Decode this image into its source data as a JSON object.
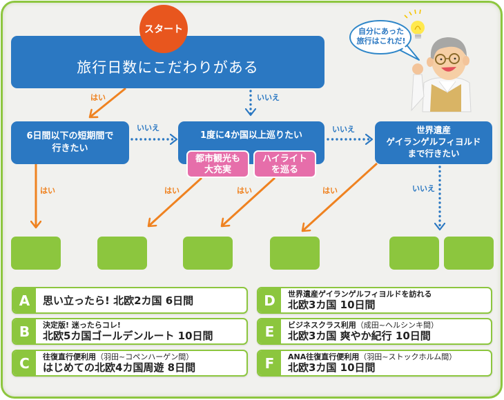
{
  "start": {
    "label": "スタート"
  },
  "questions": {
    "q1": "旅行日数にこだわりがある",
    "q2": {
      "line1": "6日間以下の短期間で",
      "line2": "行きたい"
    },
    "q3": "1度に4か国以上巡りたい",
    "q3_options": [
      {
        "line1": "都市観光も",
        "line2": "大充実"
      },
      {
        "line1": "ハイライト",
        "line2": "を巡る"
      }
    ],
    "q4": {
      "line1": "世界遺産",
      "line2": "ゲイランゲルフィヨルド",
      "line3": "まで行きたい"
    }
  },
  "answers": {
    "yes": "はい",
    "no": "いいえ"
  },
  "speech_bubble": {
    "line1": "自分にあった",
    "line2": "旅行はこれだ!"
  },
  "courses": [
    {
      "letter": "A",
      "subtitle": "",
      "note": "",
      "title": "思い立ったら! 北欧2カ国 6日間"
    },
    {
      "letter": "B",
      "subtitle": "決定版! 迷ったらコレ!",
      "note": "",
      "title": "北欧5カ国ゴールデンルート 10日間"
    },
    {
      "letter": "C",
      "subtitle": "往復直行便利用",
      "note": "（羽田~コペンハーゲン間）",
      "title": "はじめての北欧4カ国周遊 8日間"
    },
    {
      "letter": "D",
      "subtitle": "世界遺産ゲイランゲルフィヨルドを訪れる",
      "note": "",
      "title": "北欧3カ国 10日間"
    },
    {
      "letter": "E",
      "subtitle": "ビジネスクラス利用",
      "note": "（成田~ヘルシンキ間）",
      "title": "北欧3カ国 爽やか紀行 10日間"
    },
    {
      "letter": "F",
      "subtitle": "ANA往復直行便利用",
      "note": "（羽田~ストックホルム間）",
      "title": "北欧3カ国 10日間"
    }
  ],
  "colors": {
    "question_blue": "#2b78c2",
    "start_orange": "#e8561e",
    "yes_arrow_orange": "#ef8220",
    "option_pink": "#e66eaa",
    "result_green": "#8cc63e",
    "frame_green": "#8dc63f"
  }
}
